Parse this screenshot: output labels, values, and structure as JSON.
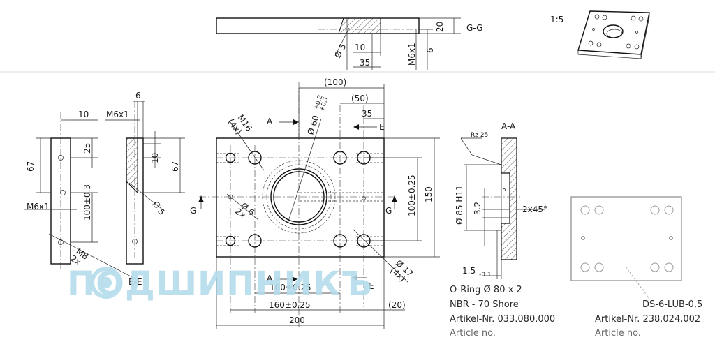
{
  "scale": "1:5",
  "sections": {
    "gg": "G-G",
    "aa": "A-A",
    "ee": "E-E"
  },
  "cut_letters": {
    "a_top": "A",
    "a_bottom": "A",
    "e_top": "E",
    "e_bottom": "E",
    "g_left": "G",
    "g_right": "G"
  },
  "dimensions": {
    "gg_height": "20",
    "gg_depth": "6",
    "gg_ten": "10",
    "gg_35": "35",
    "gg_m6": "M6x1",
    "gg_dia5": "Ø 5",
    "top_100": "(100)",
    "top_50": "(50)",
    "top_35": "35",
    "dia60": "Ø 60",
    "dia60_tol_up": "+0,2",
    "dia60_tol_dn": "+0,1",
    "m16": "M16",
    "m16_count": "(4x)",
    "dia6": "Ø 6",
    "dia6_count": "2x",
    "dia17": "Ø 17",
    "dia17_count": "(4x)",
    "right_100": "100±0.25",
    "right_150": "150",
    "bottom_100": "100±0.25",
    "bottom_160": "160±0.25",
    "bottom_20": "(20)",
    "bottom_200": "200",
    "ee_10": "10",
    "ee_67": "67",
    "ee_25": "25",
    "ee_100": "100±0.3",
    "ee_m6": "M6x1",
    "ee_m8": "M8",
    "ee_m8_count": "2x",
    "side_6": "6",
    "side_m6": "M6x1",
    "side_10": "10",
    "side_67": "67",
    "side_dia5": "Ø 5",
    "aa_rz": "Rz 25",
    "aa_dia85": "Ø 85 H11",
    "aa_32": "3.2",
    "aa_chamfer": "2x45°",
    "aa_15": "1.5",
    "aa_15_tol": "-0.1"
  },
  "oring": {
    "line1": "O-Ring Ø 80 x 2",
    "line2": "NBR - 70 Shore",
    "line3": "Artikel-Nr. 033.080.000",
    "line4": "Article no."
  },
  "ds": {
    "line1": "DS-6-LUB-0,5",
    "line2": "Artikel-Nr. 238.024.002",
    "line3": "Article no."
  },
  "watermark": "ПОДШИПНИКЪ"
}
